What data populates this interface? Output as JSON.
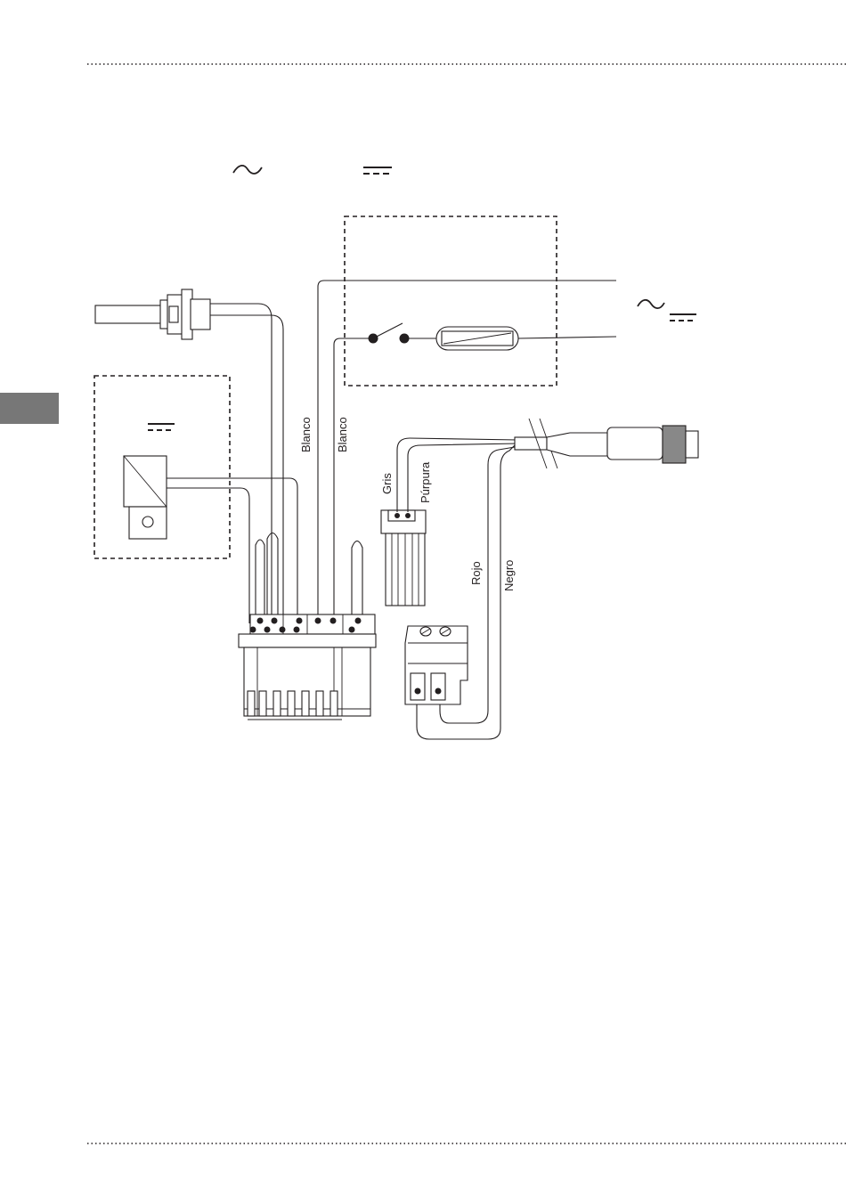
{
  "colors": {
    "ink": "#231f20",
    "side_tab": "#777777",
    "background": "#ffffff"
  },
  "symbols": {
    "ac": "ac-symbol-icon",
    "dc": "dc-symbol-icon"
  },
  "wire_labels": {
    "blanco_1": "Blanco",
    "blanco_2": "Blanco",
    "gris": "Gris",
    "purpura": "Púrpura",
    "rojo": "Rojo",
    "negro": "Negro"
  }
}
